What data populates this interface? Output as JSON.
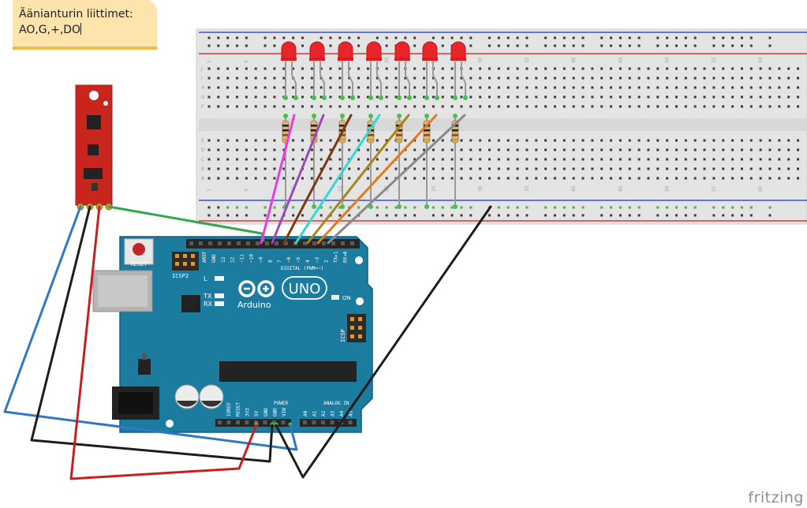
{
  "note": {
    "line1": "Äänianturin liittimet:",
    "line2": "AO,G,+,DO"
  },
  "watermark": "fritzing",
  "arduino": {
    "brand": "Arduino",
    "model": "UNO",
    "reset_label": "RESET",
    "icsp2_label": "ICSP2",
    "icsp_label": "ICSP",
    "digital_label": "DIGITAL (PWM=~)",
    "on_label": "ON",
    "led_labels": [
      "L",
      "TX",
      "RX"
    ],
    "power_label": "POWER",
    "analog_label": "ANALOG IN",
    "top_pin_labels": [
      "AREF",
      "GND",
      "13",
      "12",
      "~11",
      "~10",
      "~9",
      "8",
      "7",
      "~6",
      "~5",
      "4",
      "~3",
      "2",
      "TX▸1",
      "RX◂0"
    ],
    "power_pin_labels": [
      "IOREF",
      "RESET",
      "3V3",
      "5V",
      "GND",
      "GND",
      "VIN"
    ],
    "analog_pin_labels": [
      "A0",
      "A1",
      "A2",
      "A3",
      "A4",
      "A5"
    ]
  },
  "breadboard": {
    "column_numbers": [
      "1",
      "5",
      "10",
      "15",
      "20",
      "25",
      "30",
      "35",
      "40",
      "45",
      "50",
      "55",
      "60"
    ],
    "row_letters_top": [
      "J",
      "I",
      "H",
      "G",
      "F"
    ],
    "row_letters_bottom": [
      "E",
      "D",
      "C",
      "B",
      "A"
    ]
  },
  "colors": {
    "board": "#1b7ca0",
    "sensor": "#c8261c",
    "wire_blue": "#2f78c8",
    "wire_black": "#1d1d1d",
    "wire_red": "#c81e1e",
    "wire_green": "#2fa84a",
    "wire_magenta": "#e83ce0",
    "wire_purple": "#9a4ab8",
    "wire_brown": "#7a3b12",
    "wire_cyan": "#34d6d6",
    "wire_olive": "#a8841c",
    "wire_orange": "#e47a1c",
    "wire_gray": "#8a8a8a",
    "led": "#e8262a"
  }
}
